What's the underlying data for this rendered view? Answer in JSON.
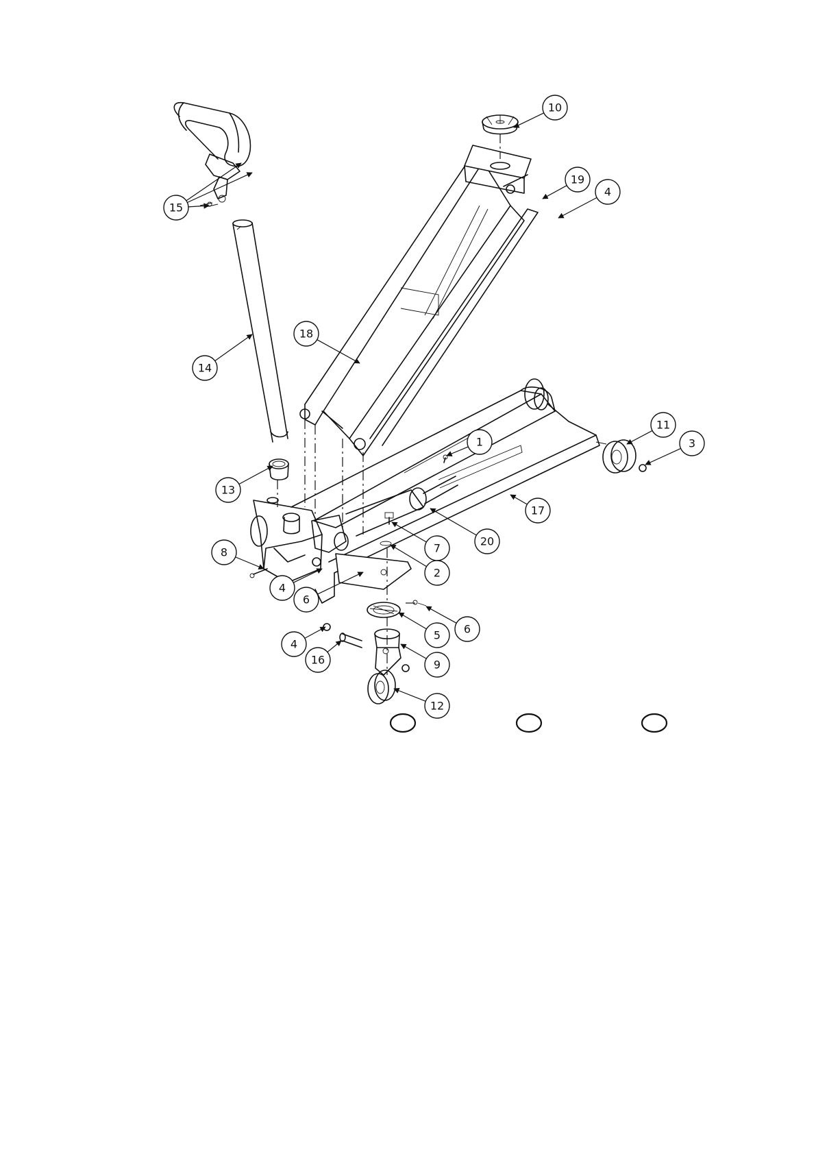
{
  "diagram": {
    "callouts": [
      {
        "label": "10"
      },
      {
        "label": "19"
      },
      {
        "label": "4"
      },
      {
        "label": "15"
      },
      {
        "label": "18"
      },
      {
        "label": "14"
      },
      {
        "label": "1"
      },
      {
        "label": "11"
      },
      {
        "label": "3"
      },
      {
        "label": "13"
      },
      {
        "label": "17"
      },
      {
        "label": "20"
      },
      {
        "label": "7"
      },
      {
        "label": "8"
      },
      {
        "label": "2"
      },
      {
        "label": "4"
      },
      {
        "label": "6"
      },
      {
        "label": "6"
      },
      {
        "label": "5"
      },
      {
        "label": "4"
      },
      {
        "label": "16"
      },
      {
        "label": "9"
      },
      {
        "label": "12"
      }
    ],
    "blank_rings": 3
  }
}
